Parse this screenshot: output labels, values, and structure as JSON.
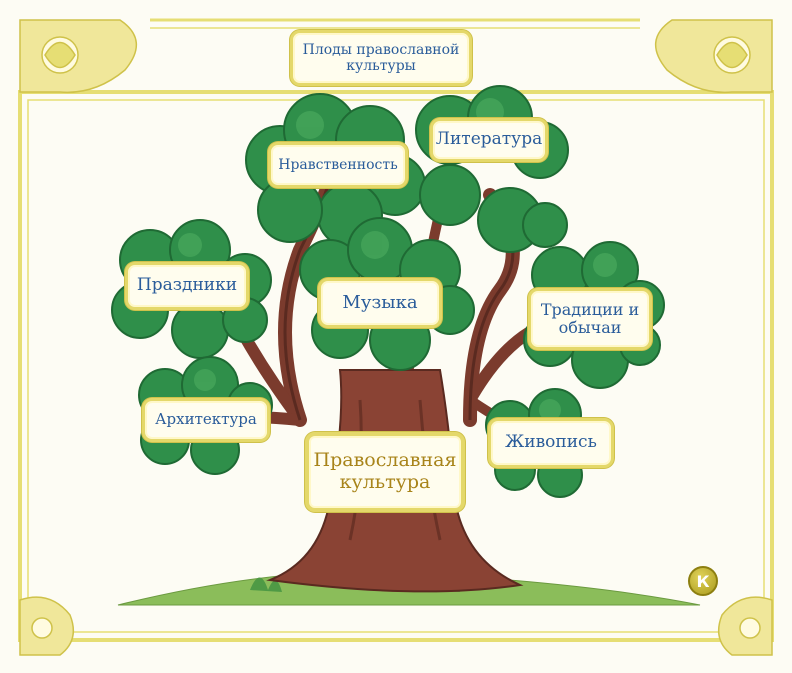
{
  "title": {
    "line1": "Плоды православной",
    "line2": "культуры"
  },
  "nodes": {
    "center": {
      "line1": "Православная",
      "line2": "культура"
    },
    "morality": "Нравственность",
    "literature": "Литература",
    "holidays": "Праздники",
    "music": "Музыка",
    "traditions": {
      "line1": "Традиции и",
      "line2": "обычаи"
    },
    "architecture": "Архитектура",
    "painting": "Живопись"
  },
  "nav": {
    "next_label": "К"
  },
  "colors": {
    "frame": "#e6de74",
    "foliage": "#2f8f4a",
    "trunk": "#7b3b2d",
    "ground": "#8bbd5a",
    "label_text": "#2a5c9a",
    "center_text": "#a8841a"
  }
}
